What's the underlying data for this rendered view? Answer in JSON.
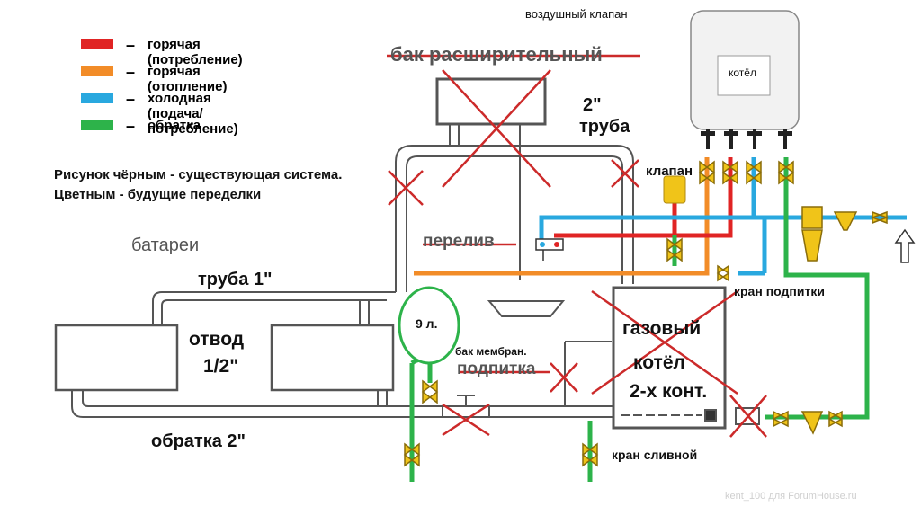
{
  "legend": [
    {
      "color": "#e02424",
      "label": "горячая (потребление)"
    },
    {
      "color": "#f28c28",
      "label": "горячая (отопление)"
    },
    {
      "color": "#29a8df",
      "label": "холодная (подача/потребление)"
    },
    {
      "color": "#2db34a",
      "label": "обратка"
    }
  ],
  "legend_dash": "–",
  "labels": {
    "air_valve": "воздушный  клапан",
    "expansion_tank": "бак расширительный",
    "boiler_new": "котёл",
    "pipe2_a": "2\"",
    "pipe2_b": "труба",
    "note_line1": "Рисунок чёрным - существующая система.",
    "note_line2": "Цветным - будущие переделки",
    "valve": "клапан",
    "radiators": "батареи",
    "pipe1": "труба 1\"",
    "overflow": "перелив",
    "branch_a": "отвод",
    "branch_b": "1/2\"",
    "tank_volume": "9 л.",
    "membrane_tank": "бак мембран.",
    "makeup": "подпитка",
    "gas_boiler_1": "газовый",
    "gas_boiler_2": "котёл",
    "gas_boiler_3": "2-х конт.",
    "makeup_valve": "кран подпитки",
    "return2": "обратка 2\"",
    "drain_valve": "кран сливной",
    "watermark": "kent_100 для ForumHouse.ru"
  },
  "colors": {
    "hot_consumption": "#e02424",
    "hot_heating": "#f28c28",
    "cold": "#29a8df",
    "return": "#2db34a",
    "cross": "#cc2a2a",
    "valve_fill": "#f0c419",
    "existing_pipe": "#333333"
  }
}
